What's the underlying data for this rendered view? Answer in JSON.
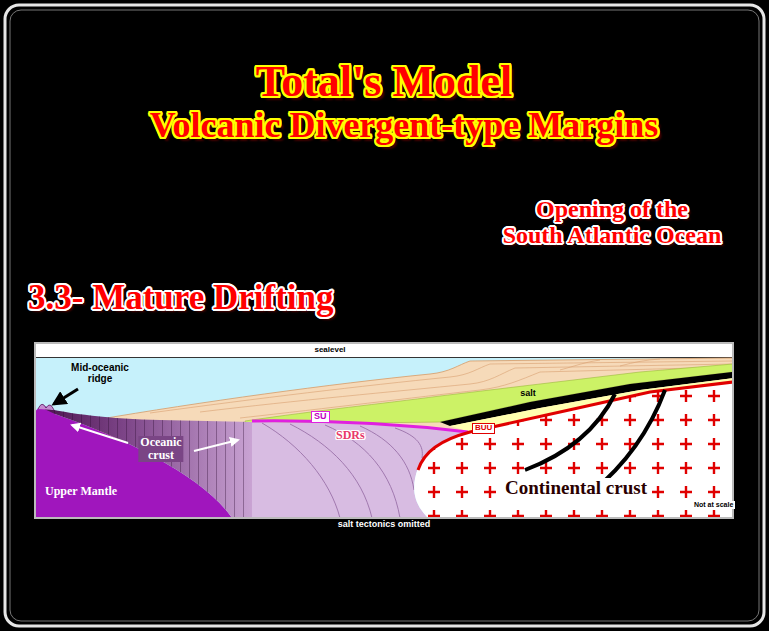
{
  "diagram": {
    "title": "Total's Model",
    "caption": "salt tectonics omitted",
    "nodes": [
      {
        "text": [
          "SU"
        ]
      },
      {
        "text": [
          "BUU"
        ]
      }
    ],
    "labels": [
      "Volcanic Divergent-type Margins",
      "Opening of the South Atlantic Ocean",
      "3.3- Mature Drifting",
      "sealevel",
      "Mid-oceanic ridge",
      "salt",
      "Oceanic crust",
      "SDRs",
      "Upper Mantle",
      "Continental crust",
      "Not at scale"
    ]
  }
}
